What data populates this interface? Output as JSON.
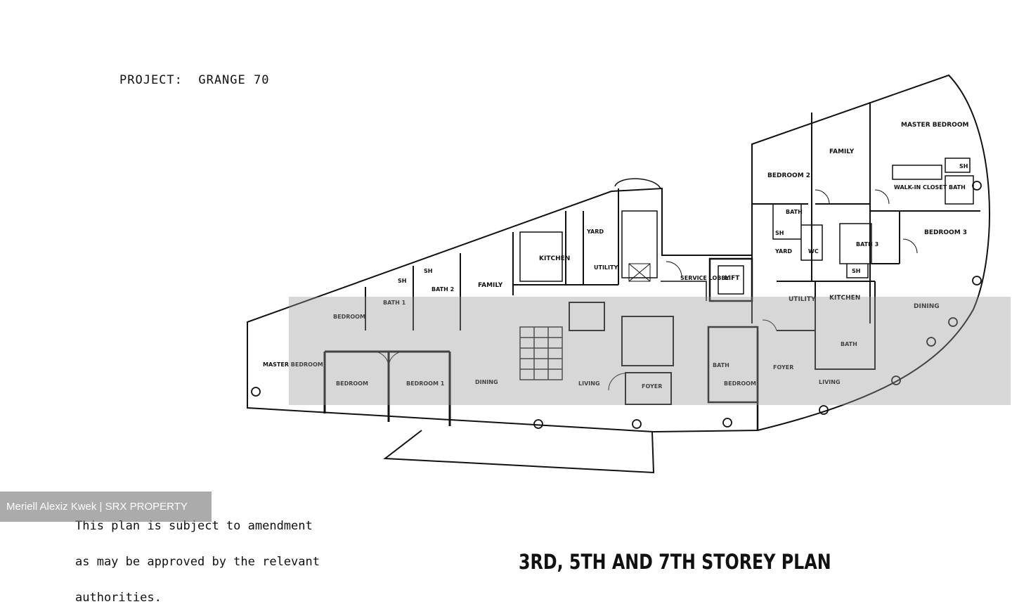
{
  "header": {
    "project": "PROJECT:  GRANGE 70"
  },
  "note": {
    "line1": "This plan is subject to amendment",
    "line2": "as may be approved by the relevant",
    "line3": "authorities."
  },
  "plan_title": "3RD, 5TH AND 7TH STOREY PLAN",
  "watermark": "Meriell Alexiz Kwek | SRX PROPERTY",
  "rooms": {
    "master_bedroom": "MASTER BEDROOM",
    "family_right": "FAMILY",
    "bedroom2": "BEDROOM 2",
    "walk_in": "WALK-IN CLOSET",
    "bath_r": "BATH",
    "sh_r": "SH",
    "bedroom3": "BEDROOM 3",
    "bath_mid": "BATH",
    "sh_mid": "SH",
    "yard_r": "YARD",
    "wc_r": "WC",
    "bath3": "BATH 3",
    "sh_r2": "SH",
    "kitchen_r": "KITCHEN",
    "utility_r": "UTILITY",
    "dining_r": "DINING",
    "lift": "LIFT",
    "service_lobby": "SERVICE LOBBY",
    "yard_l": "YARD",
    "kitchen_l": "KITCHEN",
    "utility_l": "UTILITY",
    "family_l": "FAMILY",
    "sh_l": "SH",
    "bath2": "BATH 2",
    "sh_l2": "SH",
    "bath1": "BATH 1",
    "bedroom_l": "BEDROOM",
    "master_bedroom_l": "MASTER BEDROOM",
    "bedroom_a": "BEDROOM",
    "bedroom_b": "BEDROOM 1",
    "dining_l": "DINING",
    "living_l": "LIVING",
    "foyer_l": "FOYER",
    "bath_c": "BATH",
    "bedroom_c": "BEDROOM",
    "foyer_r": "FOYER",
    "living_r": "LIVING",
    "bath_c2": "BATH"
  }
}
